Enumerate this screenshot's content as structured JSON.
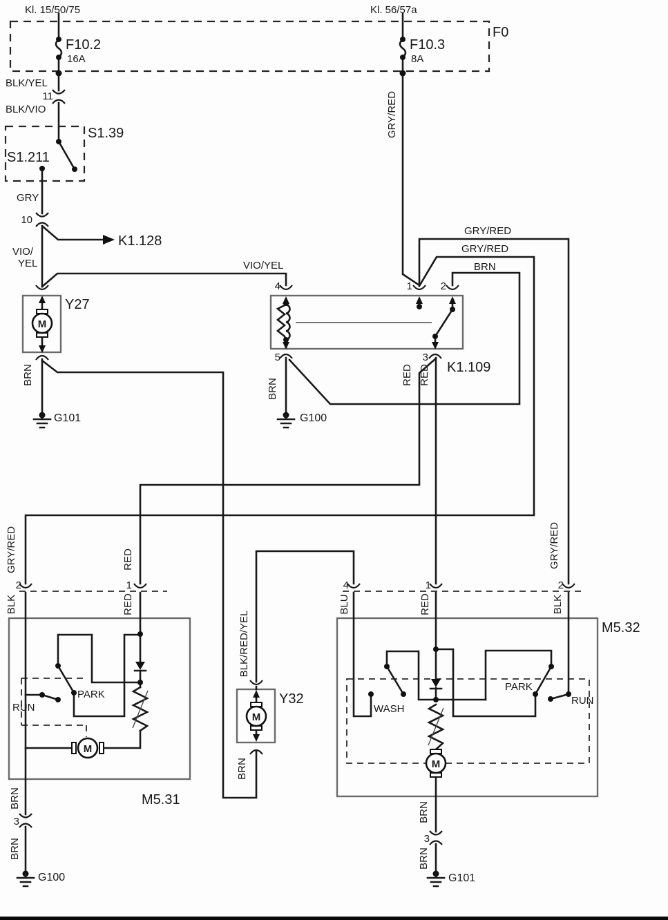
{
  "power": {
    "bus_left": "Kl. 15/50/75",
    "bus_right": "Kl. 56/57a",
    "fusebox": "F0",
    "fuse_left": "F10.2",
    "fuse_left_rating": "16A",
    "fuse_right": "F10.3",
    "fuse_right_rating": "8A"
  },
  "components": {
    "s139": "S1.39",
    "s1211": "S1.211",
    "k1128": "K1.128",
    "y27": "Y27",
    "k1109": "K1.109",
    "m531": "M5.31",
    "m532": "M5.32",
    "y32": "Y32",
    "motor": "M"
  },
  "wires": {
    "blk_yel": "BLK/YEL",
    "blk_vio": "BLK/VIO",
    "gry": "GRY",
    "vio_line1": "VIO/",
    "vio_line2": "YEL",
    "vio_yel": "VIO/YEL",
    "gry_red": "GRY/RED",
    "brn": "BRN",
    "red": "RED",
    "blk": "BLK",
    "blu": "BLU",
    "blk_red_yel": "BLK/RED/YEL"
  },
  "pins": {
    "p1": "1",
    "p2": "2",
    "p3": "3",
    "p4": "4",
    "p5": "5",
    "c10": "10",
    "c11": "11"
  },
  "switch_positions": {
    "run": "RUN",
    "park": "PARK",
    "wash": "WASH"
  },
  "grounds": {
    "g100": "G100",
    "g101": "G101"
  },
  "colors": {
    "wire": "#191919",
    "component_box": "#6a6a6a",
    "background": "#fdfdfd"
  }
}
